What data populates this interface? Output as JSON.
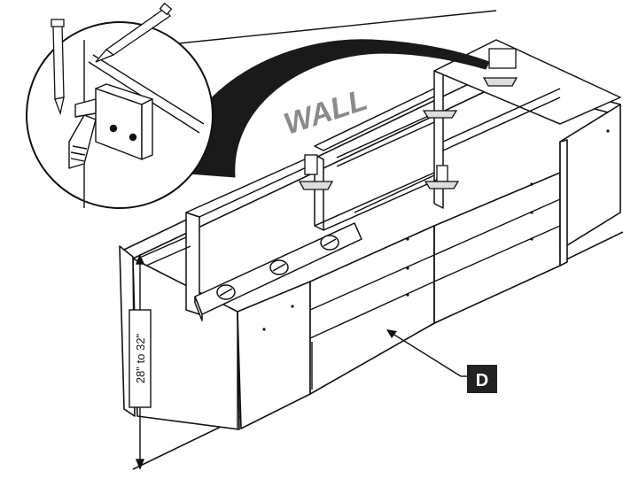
{
  "labels": {
    "wall": "WALL",
    "height_range": "28\" to 32\"",
    "callout": "D"
  },
  "colors": {
    "line": "#111111",
    "fill": "#ffffff",
    "shade": "#8a8a8a",
    "arc": "#1a1a1a",
    "callout_bg": "#222222",
    "callout_text": "#ffffff"
  }
}
